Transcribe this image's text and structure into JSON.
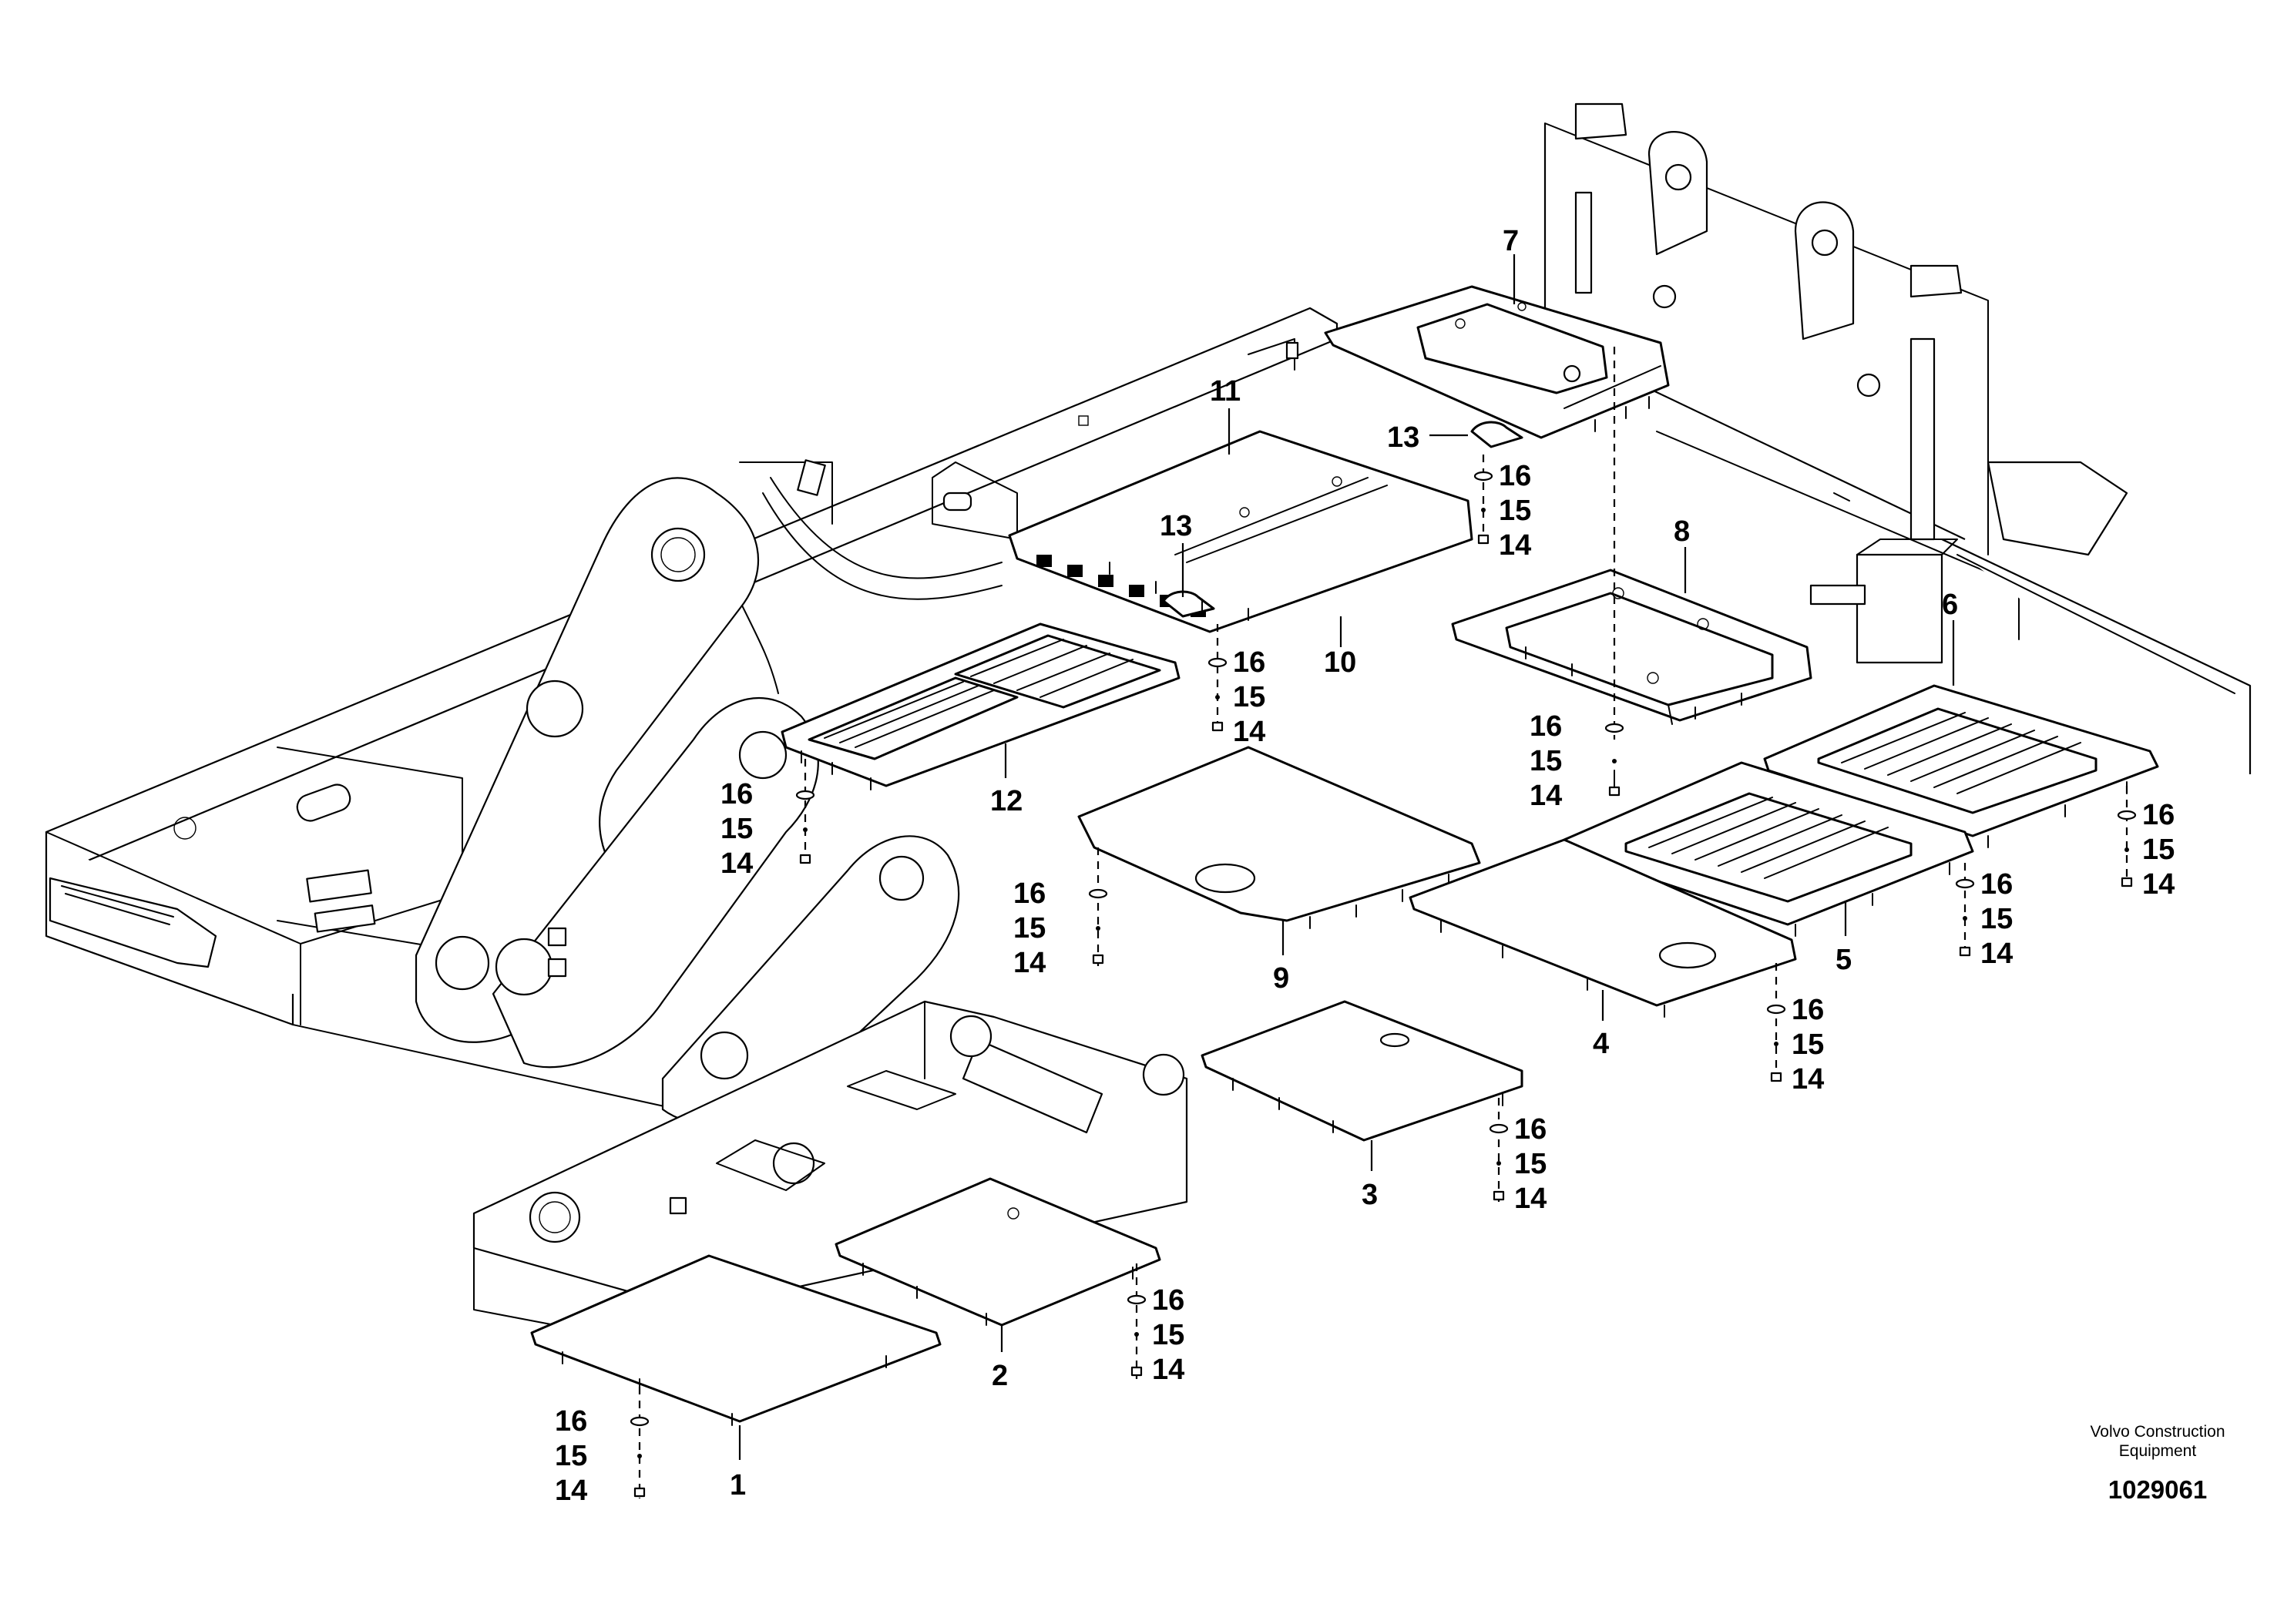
{
  "callouts": [
    "1",
    "2",
    "3",
    "4",
    "5",
    "6",
    "7",
    "8",
    "9",
    "10",
    "11",
    "12",
    "13",
    "13",
    "14",
    "15",
    "16"
  ],
  "hardware": {
    "bolt": "14",
    "washer_small": "15",
    "washer": "16"
  },
  "caption": {
    "line1": "Volvo Construction",
    "line2": "Equipment"
  },
  "drawing_number": "1029061"
}
